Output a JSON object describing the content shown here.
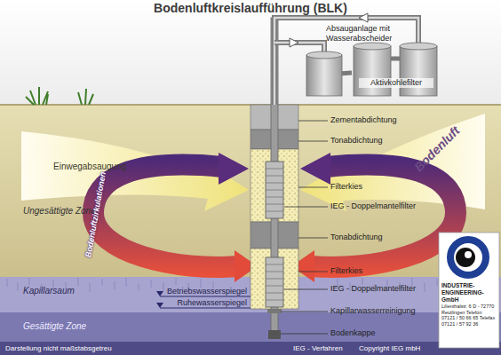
{
  "diagram": {
    "title": "Bodenluftkreislaufführung (BLK)",
    "nodes": [
      {
        "text": [
          "Absauganlage mit Wasserabscheider"
        ]
      },
      {
        "text": [
          "Aktivkohlefilter"
        ]
      },
      {
        "text": [
          "INDUSTRIE- ENGINEERING- GmbH",
          "Lilienthalstr. 6 D - 72770 Reutlingen Telefon 07121 / 50 66 65 Telefax 07121 / 57 92 36"
        ]
      }
    ],
    "edges": [
      {
        "from": 0,
        "to": 1,
        "arrow": "none"
      }
    ],
    "labels": [
      "Einwegabsaugung",
      "Bodenluft",
      "Ungesättigte Zone",
      "Bodenluftzirkulationen",
      "Zementabdichtung",
      "Tonabdichtung",
      "Filterkies",
      "IEG - Doppelmantelfilter",
      "Tonabdichtung",
      "Filterkies",
      "Kapillarsaum",
      "Betriebswasserspiegel",
      "IEG - Doppelmantelfilter",
      "Ruhewasserspiegel",
      "Kapillarwasserreinigung",
      "Bodenkappe",
      "Gesättigte Zone",
      "Darstellung nicht maßstabsgetreu",
      "IEG - Verfahren",
      "Copyright IEG mbH"
    ]
  }
}
